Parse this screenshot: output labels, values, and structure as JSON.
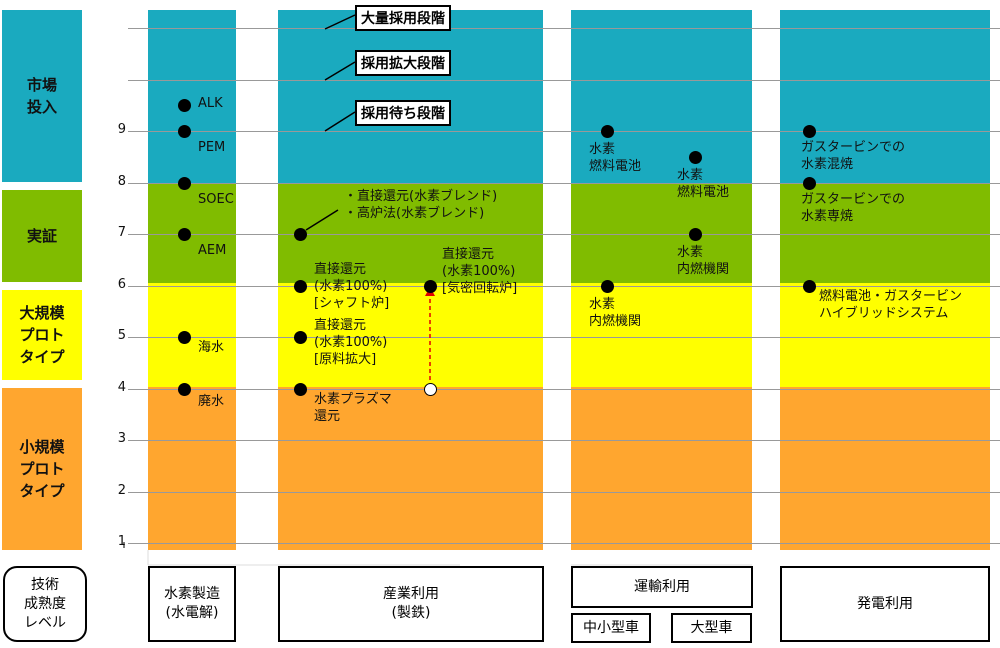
{
  "stages": [
    {
      "label": "市場\n投入",
      "color": "#1aaabf"
    },
    {
      "label": "実証",
      "color": "#80bc00"
    },
    {
      "label": "大規模\nプロト\nタイプ",
      "color": "#ffff00"
    },
    {
      "label": "小規模\nプロト\nタイプ",
      "color": "#ffa62f"
    }
  ],
  "ticks": [
    "9",
    "8",
    "7",
    "6",
    "5",
    "4",
    "3",
    "2",
    "1"
  ],
  "callouts": [
    "大量採用段階",
    "採用拡大段階",
    "採用待ち段階"
  ],
  "points": [
    {
      "label": "ALK",
      "level": 9.5
    },
    {
      "label": "PEM",
      "level": 9
    },
    {
      "label": "SOEC",
      "level": 8
    },
    {
      "label": "AEM",
      "level": 7
    },
    {
      "label": "海水",
      "level": 5
    },
    {
      "label": "廃水",
      "level": 4
    },
    {
      "label": "・直接還元(水素ブレンド)\n・高炉法(水素ブレンド)",
      "level": 7
    },
    {
      "label": "直接還元\n(水素100%)\n[シャフト炉]",
      "level": 6
    },
    {
      "label": "直接還元\n(水素100%)\n[原料拡大]",
      "level": 5
    },
    {
      "label": "水素プラズマ\n還元",
      "level": 4
    },
    {
      "label": "直接還元\n(水素100%)\n[気密回転炉]",
      "level": 6,
      "from_level": 4
    },
    {
      "label": "水素\n燃料電池",
      "level": 9
    },
    {
      "label": "水素\n燃料電池",
      "level": 8.5
    },
    {
      "label": "水素\n内燃機関",
      "level": 7
    },
    {
      "label": "水素\n内燃機関",
      "level": 6
    },
    {
      "label": "ガスタービンでの\n水素混焼",
      "level": 9
    },
    {
      "label": "ガスタービンでの\n水素専焼",
      "level": 8
    },
    {
      "label": "燃料電池・ガスタービン\nハイブリッドシステム",
      "level": 6
    }
  ],
  "footer": {
    "axis": "技術\n成熟度\nレベル",
    "cols": [
      "水素製造\n(水電解)",
      "産業利用\n(製鉄)",
      "運輸利用",
      "発電利用"
    ],
    "sub": [
      "中小型車",
      "大型車"
    ]
  },
  "arrow_color": "#e00000"
}
